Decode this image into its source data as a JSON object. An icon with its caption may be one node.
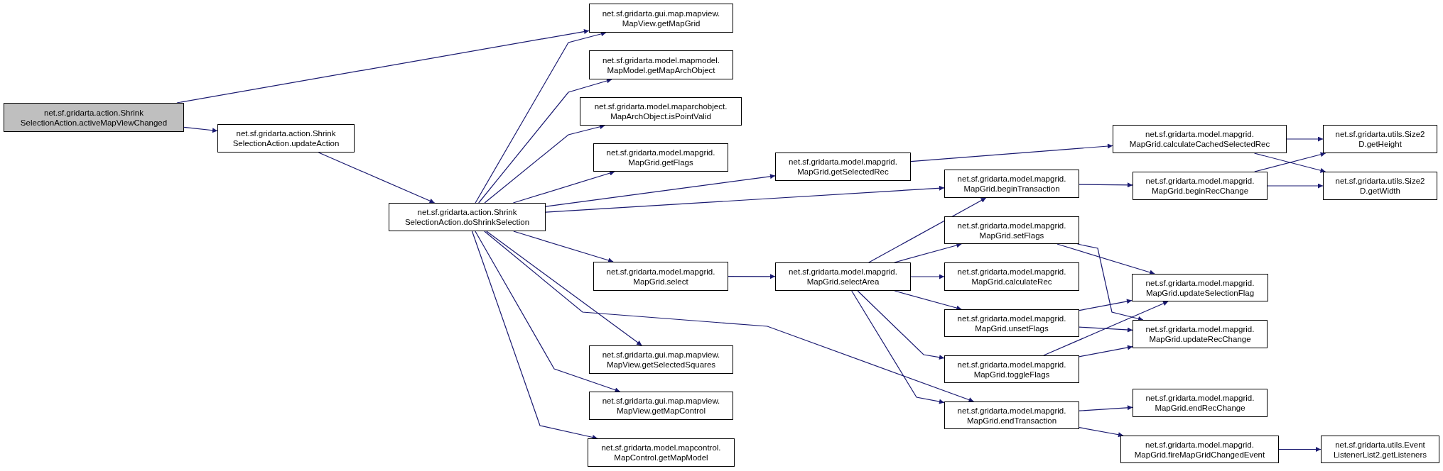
{
  "diagram": {
    "nodes": [
      {
        "text": [
          "net.sf.gridarta.action.Shrink SelectionAction.activeMapViewChanged"
        ]
      },
      {
        "text": [
          "net.sf.gridarta.action.Shrink SelectionAction.updateAction"
        ]
      },
      {
        "text": [
          "net.sf.gridarta.action.Shrink SelectionAction.doShrinkSelection"
        ]
      },
      {
        "text": [
          "net.sf.gridarta.gui.map.mapview. MapView.getMapGrid"
        ]
      },
      {
        "text": [
          "net.sf.gridarta.model.mapmodel. MapModel.getMapArchObject"
        ]
      },
      {
        "text": [
          "net.sf.gridarta.model.maparchobject. MapArchObject.isPointValid"
        ]
      },
      {
        "text": [
          "net.sf.gridarta.model.mapgrid. MapGrid.getFlags"
        ]
      },
      {
        "text": [
          "net.sf.gridarta.model.mapgrid. MapGrid.select"
        ]
      },
      {
        "text": [
          "net.sf.gridarta.gui.map.mapview. MapView.getSelectedSquares"
        ]
      },
      {
        "text": [
          "net.sf.gridarta.gui.map.mapview. MapView.getMapControl"
        ]
      },
      {
        "text": [
          "net.sf.gridarta.model.mapcontrol. MapControl.getMapModel"
        ]
      },
      {
        "text": [
          "net.sf.gridarta.model.mapgrid. MapGrid.getSelectedRec"
        ]
      },
      {
        "text": [
          "net.sf.gridarta.model.mapgrid. MapGrid.selectArea"
        ]
      },
      {
        "text": [
          "net.sf.gridarta.model.mapgrid. MapGrid.beginTransaction"
        ]
      },
      {
        "text": [
          "net.sf.gridarta.model.mapgrid. MapGrid.setFlags"
        ]
      },
      {
        "text": [
          "net.sf.gridarta.model.mapgrid. MapGrid.calculateRec"
        ]
      },
      {
        "text": [
          "net.sf.gridarta.model.mapgrid. MapGrid.unsetFlags"
        ]
      },
      {
        "text": [
          "net.sf.gridarta.model.mapgrid. MapGrid.toggleFlags"
        ]
      },
      {
        "text": [
          "net.sf.gridarta.model.mapgrid. MapGrid.endTransaction"
        ]
      },
      {
        "text": [
          "net.sf.gridarta.model.mapgrid. MapGrid.calculateCachedSelectedRec"
        ]
      },
      {
        "text": [
          "net.sf.gridarta.model.mapgrid. MapGrid.beginRecChange"
        ]
      },
      {
        "text": [
          "net.sf.gridarta.model.mapgrid. MapGrid.updateSelectionFlag"
        ]
      },
      {
        "text": [
          "net.sf.gridarta.model.mapgrid. MapGrid.updateRecChange"
        ]
      },
      {
        "text": [
          "net.sf.gridarta.model.mapgrid. MapGrid.endRecChange"
        ]
      },
      {
        "text": [
          "net.sf.gridarta.model.mapgrid. MapGrid.fireMapGridChangedEvent"
        ]
      },
      {
        "text": [
          "net.sf.gridarta.utils.Size2 D.getHeight"
        ]
      },
      {
        "text": [
          "net.sf.gridarta.utils.Size2 D.getWidth"
        ]
      },
      {
        "text": [
          "net.sf.gridarta.utils.Event ListenerList2.getListeners"
        ]
      }
    ],
    "edges": [
      {
        "from": 0,
        "to": 3,
        "arrow": "to"
      },
      {
        "from": 0,
        "to": 1,
        "arrow": "to"
      },
      {
        "from": 1,
        "to": 2,
        "arrow": "to"
      },
      {
        "from": 2,
        "to": 3,
        "arrow": "to"
      },
      {
        "from": 2,
        "to": 4,
        "arrow": "to"
      },
      {
        "from": 2,
        "to": 5,
        "arrow": "to"
      },
      {
        "from": 2,
        "to": 6,
        "arrow": "to"
      },
      {
        "from": 2,
        "to": 11,
        "arrow": "to"
      },
      {
        "from": 2,
        "to": 13,
        "arrow": "to"
      },
      {
        "from": 2,
        "to": 7,
        "arrow": "to"
      },
      {
        "from": 2,
        "to": 8,
        "arrow": "to"
      },
      {
        "from": 2,
        "to": 9,
        "arrow": "to"
      },
      {
        "from": 2,
        "to": 10,
        "arrow": "to"
      },
      {
        "from": 2,
        "to": 18,
        "arrow": "to"
      },
      {
        "from": 7,
        "to": 12,
        "arrow": "to"
      },
      {
        "from": 11,
        "to": 19,
        "arrow": "to"
      },
      {
        "from": 12,
        "to": 13,
        "arrow": "to"
      },
      {
        "from": 12,
        "to": 14,
        "arrow": "to"
      },
      {
        "from": 12,
        "to": 15,
        "arrow": "to"
      },
      {
        "from": 12,
        "to": 16,
        "arrow": "to"
      },
      {
        "from": 12,
        "to": 17,
        "arrow": "to"
      },
      {
        "from": 12,
        "to": 18,
        "arrow": "to"
      },
      {
        "from": 13,
        "to": 20,
        "arrow": "to"
      },
      {
        "from": 14,
        "to": 21,
        "arrow": "to"
      },
      {
        "from": 14,
        "to": 22,
        "arrow": "to"
      },
      {
        "from": 16,
        "to": 21,
        "arrow": "to"
      },
      {
        "from": 16,
        "to": 22,
        "arrow": "to"
      },
      {
        "from": 17,
        "to": 21,
        "arrow": "to"
      },
      {
        "from": 17,
        "to": 22,
        "arrow": "to"
      },
      {
        "from": 18,
        "to": 23,
        "arrow": "to"
      },
      {
        "from": 18,
        "to": 24,
        "arrow": "to"
      },
      {
        "from": 19,
        "to": 25,
        "arrow": "to"
      },
      {
        "from": 19,
        "to": 26,
        "arrow": "to"
      },
      {
        "from": 20,
        "to": 25,
        "arrow": "to"
      },
      {
        "from": 20,
        "to": 26,
        "arrow": "to"
      },
      {
        "from": 24,
        "to": 27,
        "arrow": "to"
      }
    ]
  }
}
